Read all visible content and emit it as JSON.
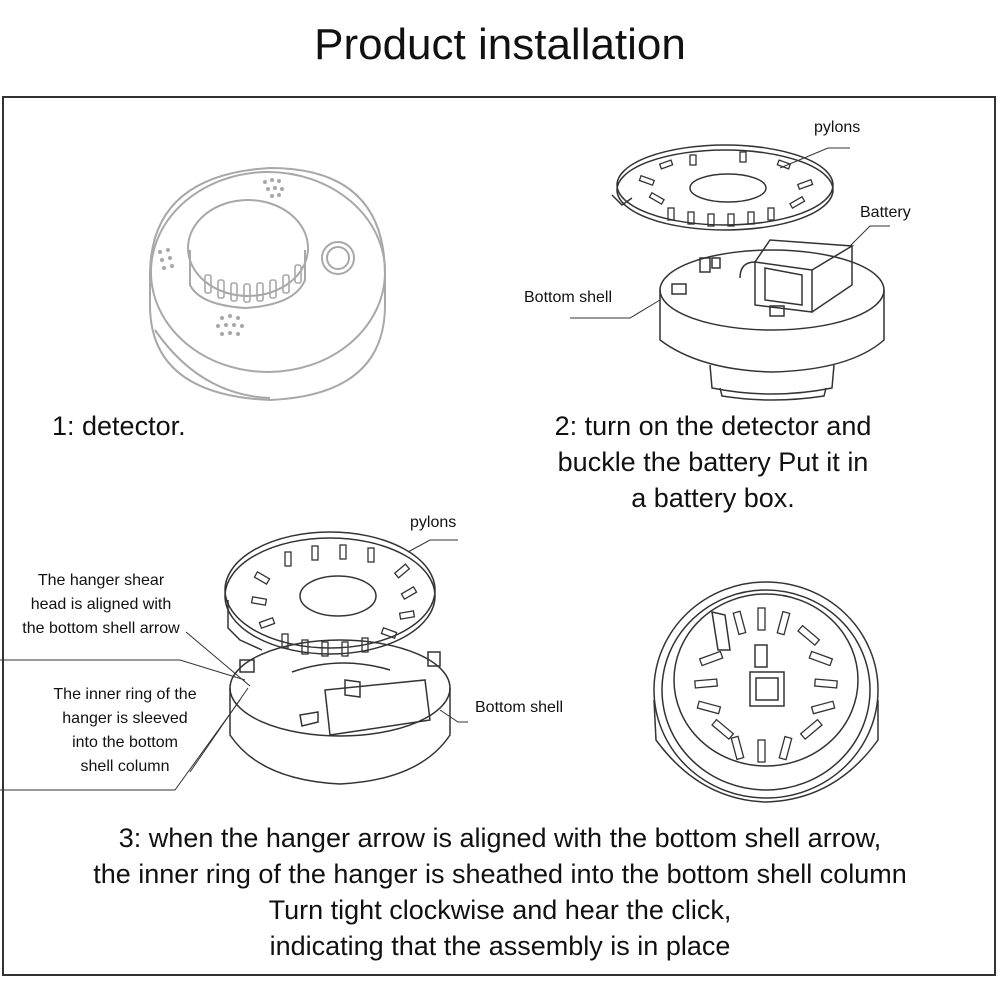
{
  "title": "Product installation",
  "steps": {
    "step1": {
      "caption": "1: detector."
    },
    "step2": {
      "lines": [
        "2: turn on the detector and",
        "buckle the battery Put it in",
        "a battery box."
      ],
      "labels": {
        "pylons": "pylons",
        "battery": "Battery",
        "bottom_shell": "Bottom shell"
      }
    },
    "step3": {
      "labels": {
        "pylons": "pylons",
        "bottom_shell": "Bottom shell",
        "arrow_note": [
          "The hanger shear",
          "head is aligned with",
          "the bottom shell arrow"
        ],
        "ring_note": [
          "The inner ring of the",
          "hanger is sleeved",
          "into the bottom",
          "shell column"
        ]
      },
      "lines": [
        "3: when the hanger arrow is aligned with the bottom shell arrow,",
        "the inner ring of the hanger is sheathed into the bottom shell column",
        "Turn tight clockwise and hear the click,",
        "indicating that the assembly is in place"
      ]
    }
  },
  "colors": {
    "line": "#333333",
    "light_line": "#9a9a9a",
    "text": "#111111"
  }
}
